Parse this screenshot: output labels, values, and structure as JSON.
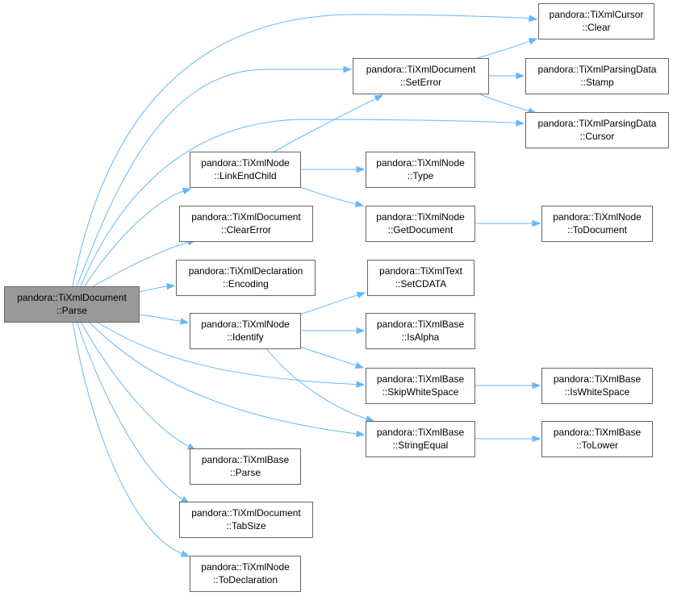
{
  "colors": {
    "edge": "#63b8ff",
    "node_fill": "#ffffff",
    "node_border": "#666666",
    "root_fill": "#999999",
    "text": "#000000"
  },
  "nodes": [
    {
      "id": "parse_root",
      "lines": [
        "pandora::TiXmlDocument",
        "::Parse"
      ],
      "root": true
    },
    {
      "id": "cursor_clear",
      "lines": [
        "pandora::TiXmlCursor",
        "::Clear"
      ]
    },
    {
      "id": "set_error",
      "lines": [
        "pandora::TiXmlDocument",
        "::SetError"
      ]
    },
    {
      "id": "stamp",
      "lines": [
        "pandora::TiXmlParsingData",
        "::Stamp"
      ]
    },
    {
      "id": "pd_cursor",
      "lines": [
        "pandora::TiXmlParsingData",
        "::Cursor"
      ]
    },
    {
      "id": "link_end_child",
      "lines": [
        "pandora::TiXmlNode",
        "::LinkEndChild"
      ]
    },
    {
      "id": "node_type",
      "lines": [
        "pandora::TiXmlNode",
        "::Type"
      ]
    },
    {
      "id": "get_document",
      "lines": [
        "pandora::TiXmlNode",
        "::GetDocument"
      ]
    },
    {
      "id": "to_document",
      "lines": [
        "pandora::TiXmlNode",
        "::ToDocument"
      ]
    },
    {
      "id": "clear_error",
      "lines": [
        "pandora::TiXmlDocument",
        "::ClearError"
      ]
    },
    {
      "id": "encoding",
      "lines": [
        "pandora::TiXmlDeclaration",
        "::Encoding"
      ]
    },
    {
      "id": "set_cdata",
      "lines": [
        "pandora::TiXmlText",
        "::SetCDATA"
      ]
    },
    {
      "id": "identify",
      "lines": [
        "pandora::TiXmlNode",
        "::Identify"
      ]
    },
    {
      "id": "is_alpha",
      "lines": [
        "pandora::TiXmlBase",
        "::IsAlpha"
      ]
    },
    {
      "id": "skip_ws",
      "lines": [
        "pandora::TiXmlBase",
        "::SkipWhiteSpace"
      ]
    },
    {
      "id": "is_ws",
      "lines": [
        "pandora::TiXmlBase",
        "::IsWhiteSpace"
      ]
    },
    {
      "id": "string_equal",
      "lines": [
        "pandora::TiXmlBase",
        "::StringEqual"
      ]
    },
    {
      "id": "to_lower",
      "lines": [
        "pandora::TiXmlBase",
        "::ToLower"
      ]
    },
    {
      "id": "base_parse",
      "lines": [
        "pandora::TiXmlBase",
        "::Parse"
      ]
    },
    {
      "id": "tab_size",
      "lines": [
        "pandora::TiXmlDocument",
        "::TabSize"
      ]
    },
    {
      "id": "to_declaration",
      "lines": [
        "pandora::TiXmlNode",
        "::ToDeclaration"
      ]
    }
  ],
  "edges": [
    {
      "from": "parse_root",
      "to": "cursor_clear"
    },
    {
      "from": "parse_root",
      "to": "set_error"
    },
    {
      "from": "parse_root",
      "to": "pd_cursor"
    },
    {
      "from": "parse_root",
      "to": "link_end_child"
    },
    {
      "from": "parse_root",
      "to": "clear_error"
    },
    {
      "from": "parse_root",
      "to": "encoding"
    },
    {
      "from": "parse_root",
      "to": "identify"
    },
    {
      "from": "parse_root",
      "to": "skip_ws"
    },
    {
      "from": "parse_root",
      "to": "string_equal"
    },
    {
      "from": "parse_root",
      "to": "base_parse"
    },
    {
      "from": "parse_root",
      "to": "tab_size"
    },
    {
      "from": "parse_root",
      "to": "to_declaration"
    },
    {
      "from": "set_error",
      "to": "cursor_clear"
    },
    {
      "from": "set_error",
      "to": "stamp"
    },
    {
      "from": "set_error",
      "to": "pd_cursor"
    },
    {
      "from": "link_end_child",
      "to": "set_error"
    },
    {
      "from": "link_end_child",
      "to": "node_type"
    },
    {
      "from": "link_end_child",
      "to": "get_document"
    },
    {
      "from": "get_document",
      "to": "to_document"
    },
    {
      "from": "identify",
      "to": "set_cdata"
    },
    {
      "from": "identify",
      "to": "is_alpha"
    },
    {
      "from": "identify",
      "to": "skip_ws"
    },
    {
      "from": "identify",
      "to": "string_equal"
    },
    {
      "from": "skip_ws",
      "to": "is_ws"
    },
    {
      "from": "string_equal",
      "to": "to_lower"
    }
  ]
}
